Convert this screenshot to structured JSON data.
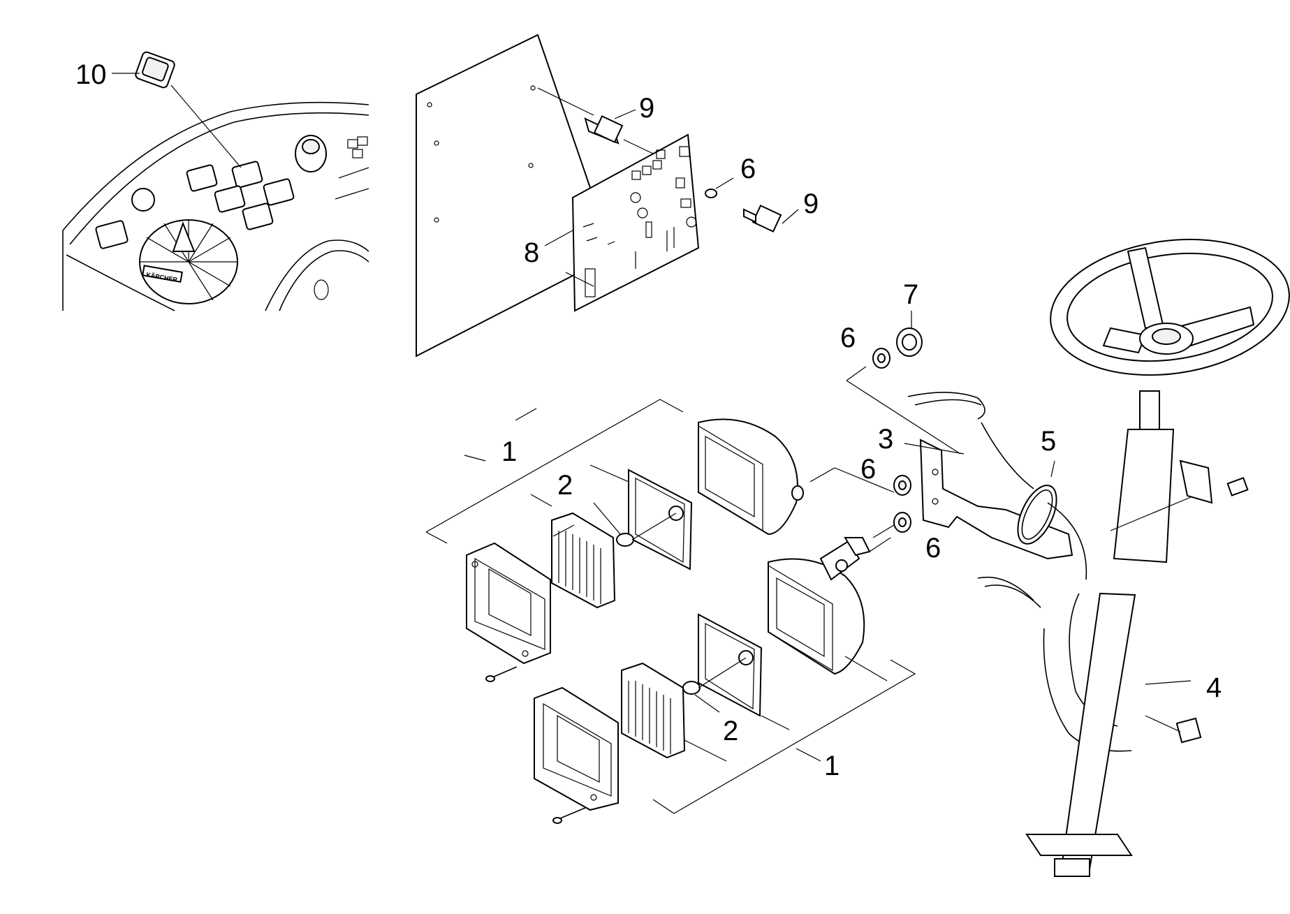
{
  "callouts": {
    "c1a": "1",
    "c1b": "1",
    "c2a": "2",
    "c2b": "2",
    "c3": "3",
    "c4": "4",
    "c5": "5",
    "c6a": "6",
    "c6b": "6",
    "c6c": "6",
    "c6d": "6",
    "c7": "7",
    "c8": "8",
    "c9a": "9",
    "c9b": "9",
    "c10": "10"
  },
  "logo_text": "KÄRCHER"
}
